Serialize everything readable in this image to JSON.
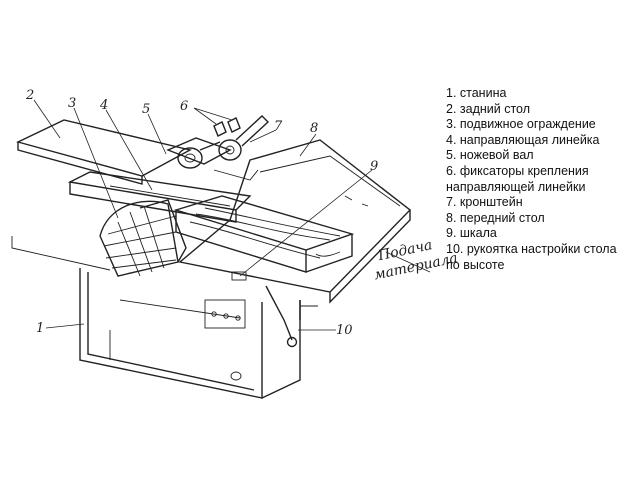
{
  "diagram": {
    "legend": [
      "1. станина",
      "2. задний стол",
      "3. подвижное ограждение",
      "4. направляющая линейка",
      "5. ножевой вал",
      "6. фиксаторы крепления",
      "направляющей линейки",
      "7. кронштейн",
      "8. передний стол",
      "9. шкала",
      "10. рукоятка настройки стола",
      "по высоте"
    ],
    "callouts": [
      "1",
      "2",
      "3",
      "4",
      "5",
      "6",
      "7",
      "8",
      "9",
      "10"
    ],
    "feed_label": [
      "Подача",
      "материала"
    ]
  }
}
